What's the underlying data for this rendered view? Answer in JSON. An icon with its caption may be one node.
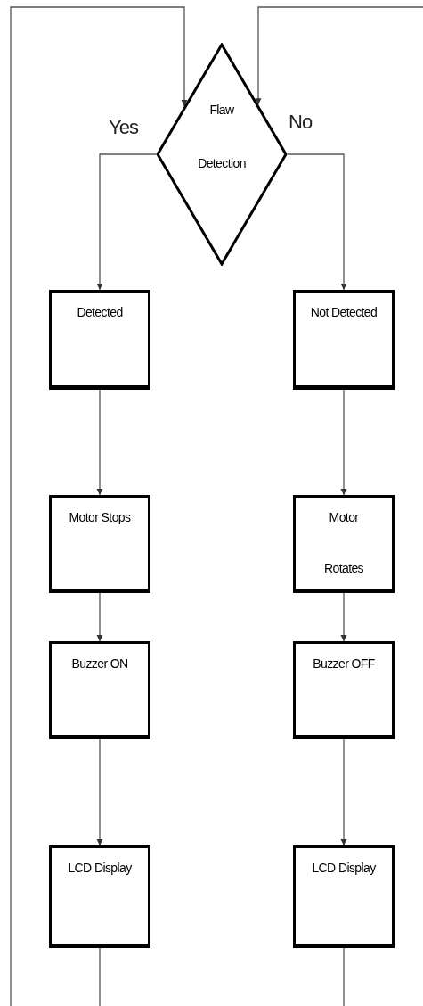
{
  "diagram": {
    "nodes": [
      {
        "text": [
          "Flaw Detection"
        ]
      },
      {
        "text": [
          "Detected"
        ]
      },
      {
        "text": [
          "Not Detected"
        ]
      },
      {
        "text": [
          "Motor Stops"
        ]
      },
      {
        "text": [
          "Motor Rotates"
        ]
      },
      {
        "text": [
          "Buzzer ON"
        ]
      },
      {
        "text": [
          "Buzzer OFF"
        ]
      },
      {
        "text": [
          "LCD Display"
        ]
      },
      {
        "text": [
          "LCD Display"
        ]
      }
    ],
    "edges": [
      {
        "from": 0,
        "to": 1,
        "arrow": "to",
        "label": "Yes"
      },
      {
        "from": 0,
        "to": 2,
        "arrow": "to",
        "label": "No"
      },
      {
        "from": 1,
        "to": 3,
        "arrow": "to"
      },
      {
        "from": 3,
        "to": 5,
        "arrow": "to"
      },
      {
        "from": 5,
        "to": 7,
        "arrow": "to"
      },
      {
        "from": 2,
        "to": 4,
        "arrow": "to"
      },
      {
        "from": 4,
        "to": 6,
        "arrow": "to"
      },
      {
        "from": 6,
        "to": 8,
        "arrow": "to"
      },
      {
        "from": 7,
        "to": 0,
        "arrow": "to"
      },
      {
        "from": 8,
        "to": 0,
        "arrow": "to"
      }
    ]
  }
}
